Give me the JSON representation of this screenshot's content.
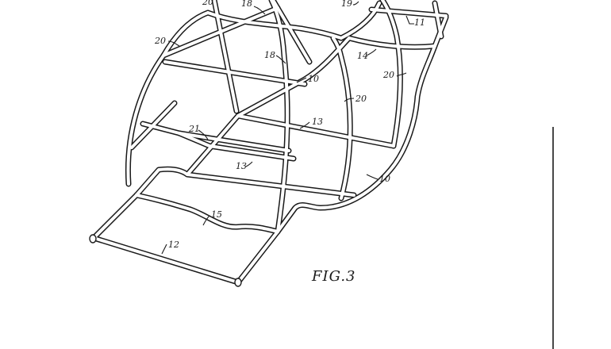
{
  "figure": {
    "caption": "FIG.3",
    "reference_labels": {
      "r20_top": "20",
      "r18_top": "18",
      "r19": "19",
      "r11": "11",
      "r20_left": "20",
      "r18_mid": "18",
      "r10_mid": "10",
      "r14": "14",
      "r20_right": "20",
      "r20_center": "20",
      "r21": "21",
      "r13_upper": "13",
      "r13_lower": "13",
      "r10_lower": "10",
      "r15": "15",
      "r12": "12"
    }
  }
}
